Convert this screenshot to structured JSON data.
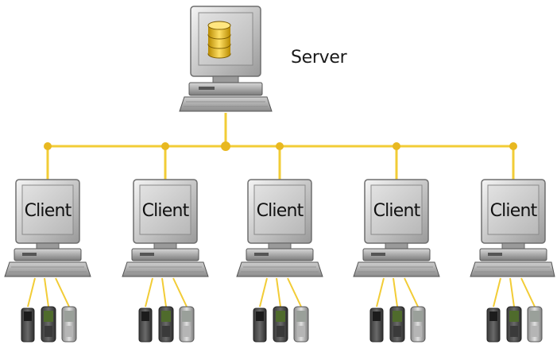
{
  "server": {
    "label": "Server"
  },
  "clients": [
    {
      "label": "Client"
    },
    {
      "label": "Client"
    },
    {
      "label": "Client"
    },
    {
      "label": "Client"
    },
    {
      "label": "Client"
    }
  ],
  "colors": {
    "network_line": "#f2cc36",
    "node_dot": "#e8b820",
    "monitor_frame": "#d6d6d6",
    "screen": "#c9c9c9",
    "database_gold": "#e4c021"
  },
  "icons": {
    "server": "server-computer-icon",
    "database": "database-icon",
    "client": "client-computer-icon",
    "device": "handheld-device-icon"
  }
}
